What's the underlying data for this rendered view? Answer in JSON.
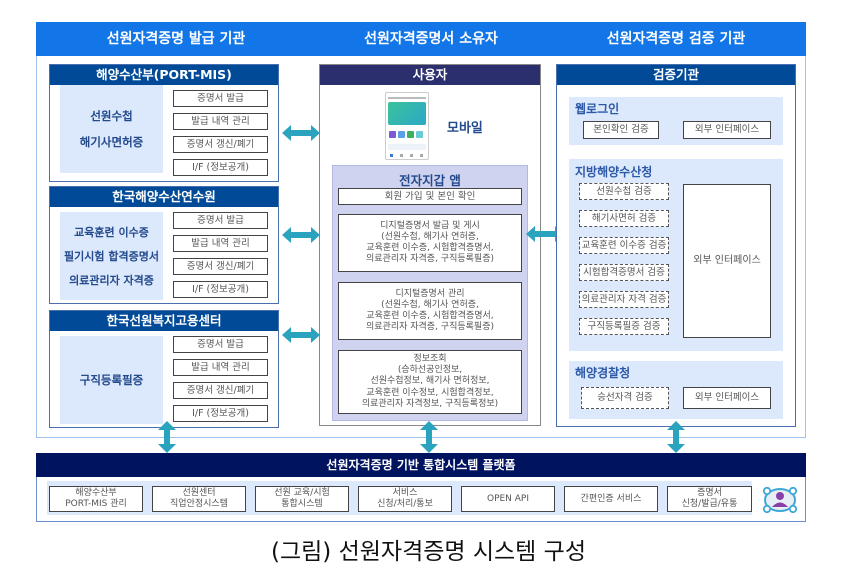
{
  "columns": {
    "issuer_title": "선원자격증명 발급 기관",
    "holder_title": "선원자격증명서 소유자",
    "verifier_title": "선원자격증명 검증 기관"
  },
  "issuers": [
    {
      "name": "해양수산부(PORT-MIS)",
      "certificates": [
        "선원수첩",
        "해기사면허증"
      ],
      "functions": [
        "증명서 발급",
        "발급 내역 관리",
        "증명서 갱신/폐기",
        "I/F (정보공개)"
      ]
    },
    {
      "name": "한국해양수산연수원",
      "certificates": [
        "교육훈련 이수증",
        "필기시험 합격증명서",
        "의료관리자 자격증"
      ],
      "functions": [
        "증명서 발급",
        "발급 내역 관리",
        "증명서 갱신/폐기",
        "I/F (정보공개)"
      ]
    },
    {
      "name": "한국선원복지고용센터",
      "certificates": [
        "구직등록필증"
      ],
      "functions": [
        "증명서 발급",
        "발급 내역 관리",
        "증명서 갱신/폐기",
        "I/F (정보공개)"
      ]
    }
  ],
  "holder": {
    "name": "사용자",
    "device_label": "모바일",
    "wallet": {
      "title": "전자지갑 앱",
      "signup": "회원 가입 및 본인 확인",
      "features": [
        {
          "title": "디지털증명서 발급 및 게시",
          "detail": "(선원수첩, 해기사 연허증,\n교육훈련 이수증, 시험합격증명서,\n의료관리자 자격증, 구직등록필증)"
        },
        {
          "title": "디지털증명서 관리",
          "detail": "(선원수첩, 해기사 연허증,\n교육훈련 이수증, 시험합격증명서,\n의료관리자 자격증, 구직등록필증)"
        },
        {
          "title": "정보조회",
          "detail": "(승하선공인정보,\n선원수첩정보, 해기사 면허정보,\n교육훈련 이수정보, 시험합격정보,\n의료관리자 자격정보, 구직등록정보)"
        }
      ]
    }
  },
  "verifier": {
    "name": "검증기관",
    "web_login": {
      "title": "웹로그인",
      "items": [
        "본인확인 검증",
        "외부 인터페이스"
      ]
    },
    "regional_office": {
      "title": "지방해양수산청",
      "checks": [
        "선원수첩 검증",
        "해기사면허 검증",
        "교육훈련 이수증 검증",
        "시험합격증명서 검증",
        "의료관리자 자격 검증",
        "구직등록필증 검증"
      ],
      "interface": "외부 인터페이스"
    },
    "coast_guard": {
      "title": "해양경찰청",
      "check": "승선자격 검증",
      "interface": "외부 인터페이스"
    }
  },
  "platform": {
    "title": "선원자격증명 기반 통합시스템 플랫폼",
    "modules": [
      "해양수산부\nPORT-MIS 관리",
      "선원센터\n직업안정시스템",
      "선원 교육/시험\n통합시스템",
      "서비스\n신청/처리/통보",
      "OPEN API",
      "간편인증 서비스",
      "증명서\n신청/발급/유통"
    ],
    "icon": "user-network-icon"
  },
  "caption": "(그림) 선원자격증명 시스템 구성",
  "colors": {
    "top_bar": "#1276e8",
    "section_header": "#004a97",
    "user_header": "#2b2f6e",
    "platform_bar": "#00135f",
    "arrow": "#2aa3bf",
    "light_panel": "#dce8fb",
    "wallet_panel": "#cfd3f0"
  }
}
